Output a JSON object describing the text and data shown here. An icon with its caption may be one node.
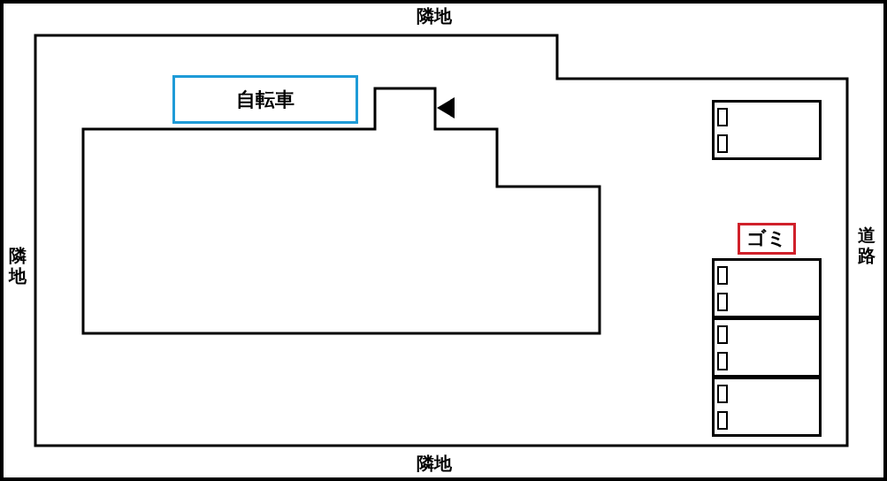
{
  "diagram": {
    "nodes": [
      {
        "text": [
          "自転車"
        ]
      },
      {
        "text": [
          "ゴミ"
        ]
      },
      {
        "text": [],
        "shape": "box"
      },
      {
        "text": [],
        "shape": "box"
      },
      {
        "text": [],
        "shape": "box"
      },
      {
        "text": [],
        "shape": "box"
      }
    ],
    "labels": [
      "隣地",
      "隣地",
      "道路",
      "隣地"
    ]
  }
}
